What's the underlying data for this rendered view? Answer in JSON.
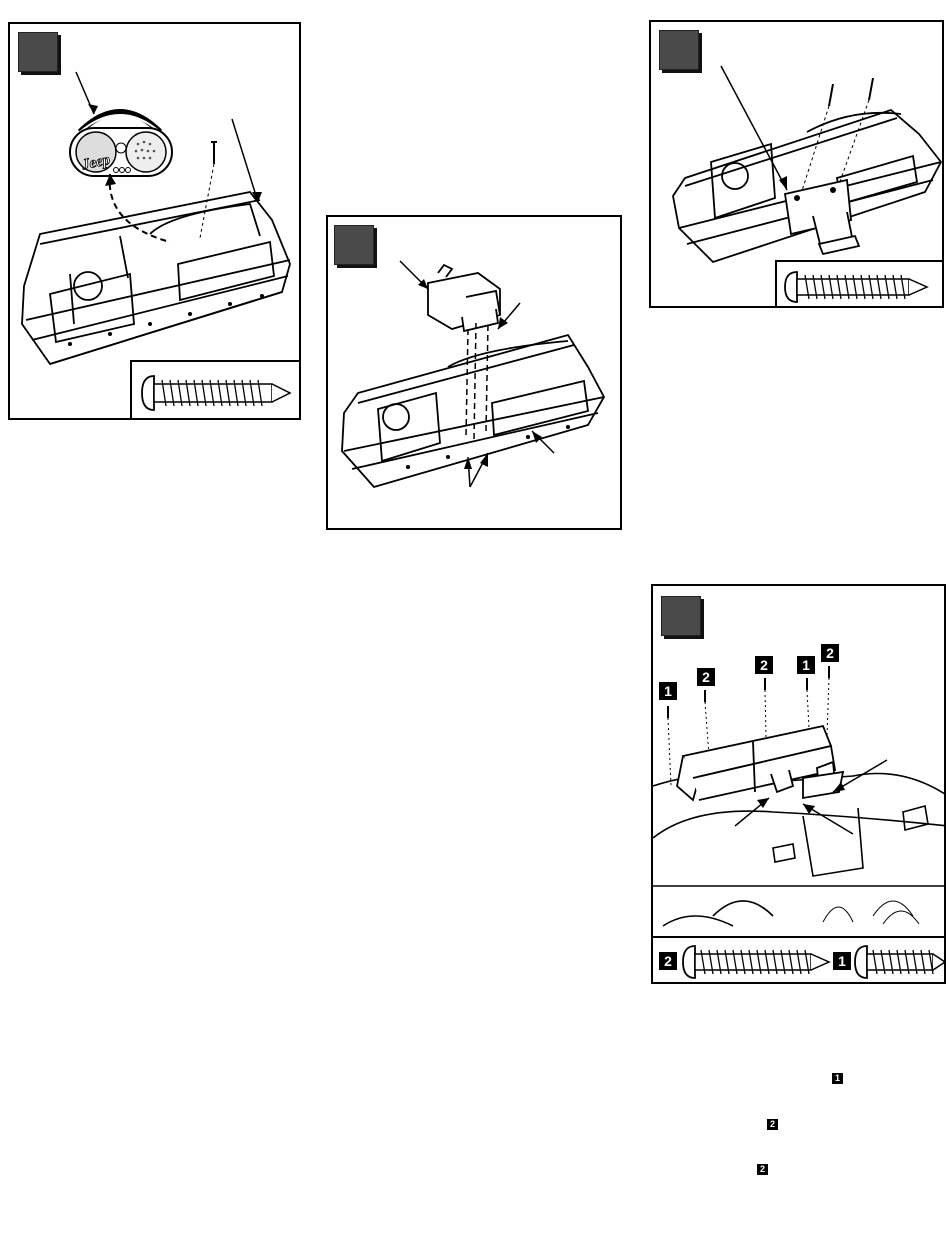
{
  "steps": [
    {
      "id": "radio-step",
      "number": ""
    },
    {
      "id": "switch-step",
      "number": ""
    },
    {
      "id": "bracket-step",
      "number": ""
    },
    {
      "id": "install-step",
      "number": ""
    }
  ],
  "radio": {
    "brand": "Jeep"
  },
  "screw_keys": {
    "short": "1",
    "long": "2"
  },
  "install_labels": [
    "1",
    "2",
    "2",
    "1",
    "2"
  ],
  "legend_labels": [
    "2",
    "1"
  ],
  "text_badges": [
    "1",
    "2",
    "2"
  ],
  "colors": {
    "step_box": "#4a4a4a",
    "ink": "#000000",
    "paper": "#ffffff"
  }
}
